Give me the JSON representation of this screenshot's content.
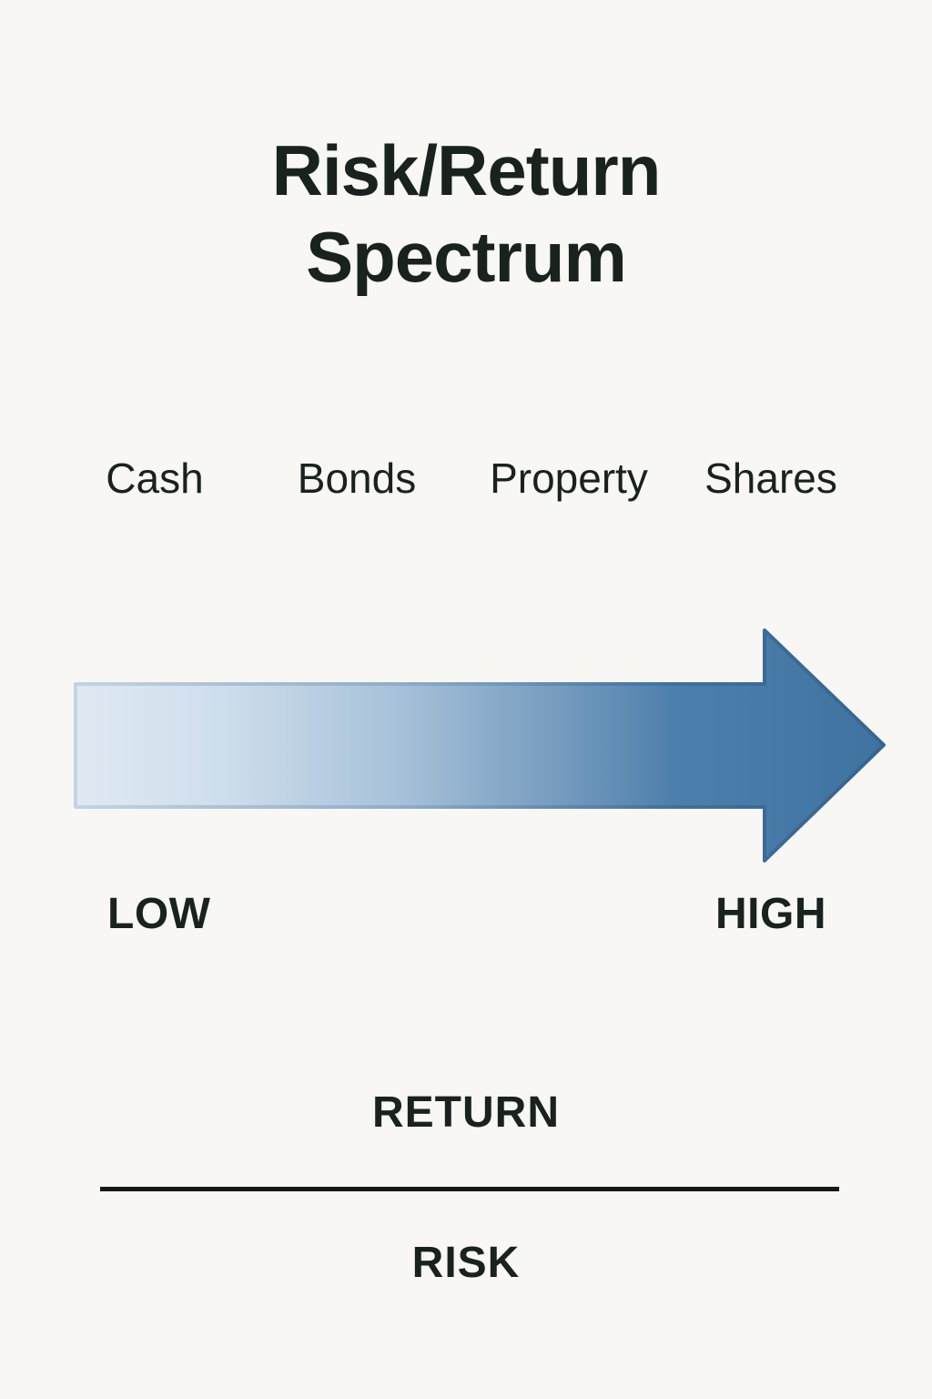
{
  "title": {
    "line1": "Risk/Return",
    "line2": "Spectrum"
  },
  "categories": [
    "Cash",
    "Bonds",
    "Property",
    "Shares"
  ],
  "arrow": {
    "direction": "right",
    "low_label": "LOW",
    "high_label": "HIGH"
  },
  "ratio": {
    "numerator": "RETURN",
    "denominator": "RISK"
  },
  "colors": {
    "background": "#f8f7f4",
    "text": "#18231d",
    "divider": "#121a15",
    "arrow_fill_start": "#dfe9f3",
    "arrow_fill_end": "#40739f",
    "arrow_stroke_start": "#c3d3e3",
    "arrow_stroke_end": "#356691"
  }
}
